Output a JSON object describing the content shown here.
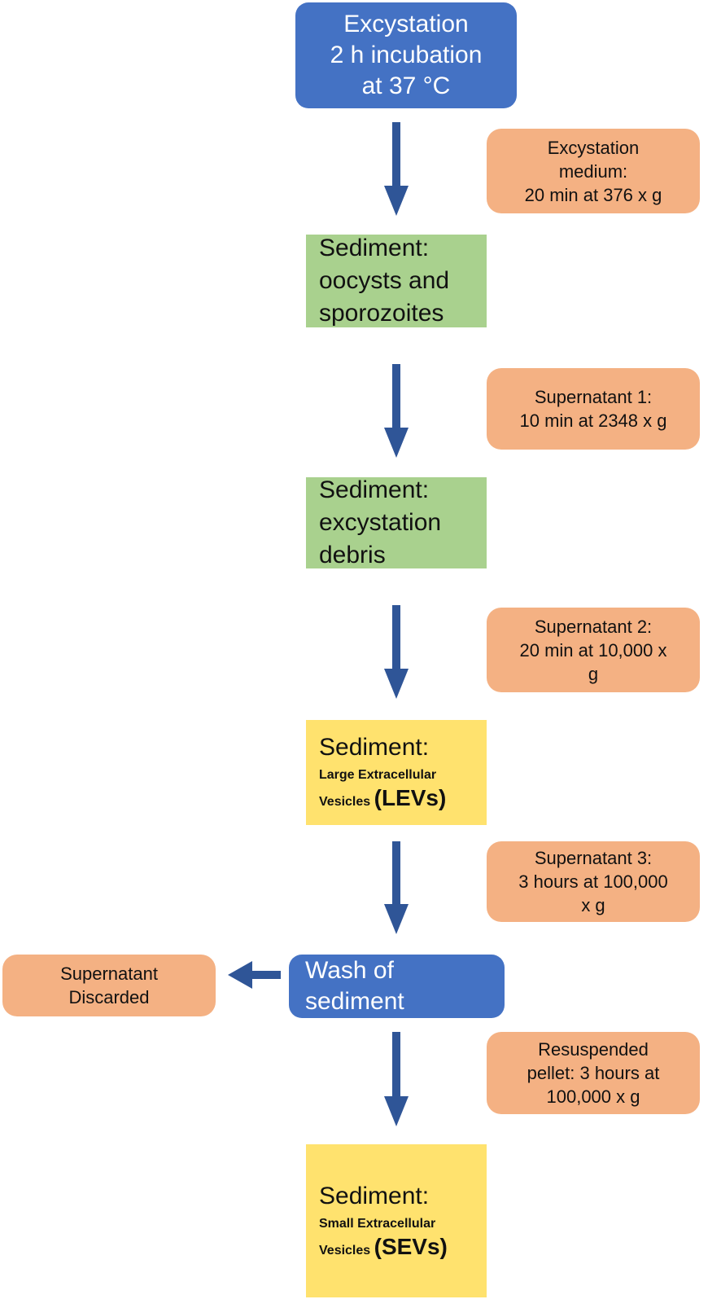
{
  "colors": {
    "process": "#4472C4",
    "condition": "#F4B183",
    "sediment_green": "#A9D18E",
    "sediment_yellow": "#FFE26E",
    "arrow": "#2F5597"
  },
  "nodes": {
    "excystation": [
      "Excystation",
      "2 h incubation",
      "at 37 °C"
    ],
    "sediment1": [
      "Sediment:",
      "oocysts and",
      "sporozoites"
    ],
    "sediment2": [
      "Sediment:",
      "excystation",
      "debris"
    ],
    "sediment3": {
      "title": "Sediment:",
      "line1": "Large Extracellular",
      "line2": "Vesicles",
      "abbr": "(LEVs)"
    },
    "wash": [
      "Wash of",
      "sediment"
    ],
    "sediment4": {
      "title": "Sediment:",
      "line1": "Small Extracellular",
      "line2": "Vesicles",
      "abbr": "(SEVs)"
    }
  },
  "conditions": {
    "c1": [
      "Excystation",
      "medium:",
      "20 min at 376 x g"
    ],
    "c2": [
      "Supernatant 1:",
      "10 min at 2348 x g"
    ],
    "c3": [
      "Supernatant 2:",
      "20 min at 10,000 x",
      "g"
    ],
    "c4": [
      "Supernatant 3:",
      "3 hours at 100,000",
      "x g"
    ],
    "discarded": [
      "Supernatant",
      "Discarded"
    ],
    "c5": [
      "Resuspended",
      "pellet: 3 hours at",
      "100,000 x g"
    ]
  }
}
